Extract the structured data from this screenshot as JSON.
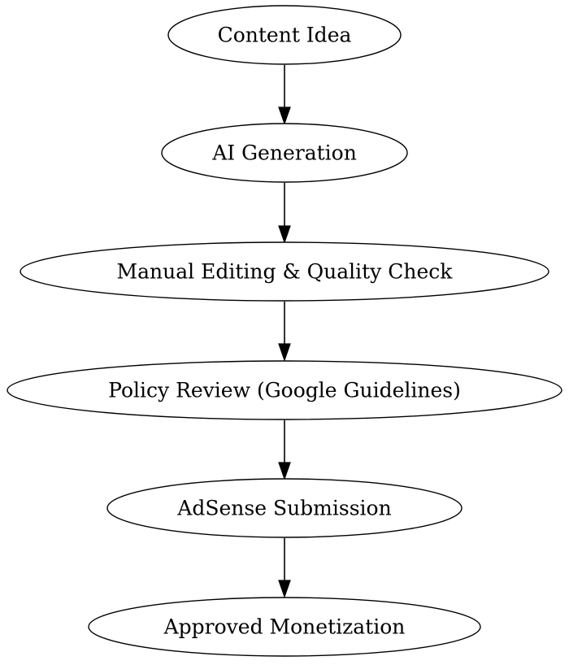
{
  "diagram": {
    "nodes": [
      {
        "id": "content-idea",
        "label": "Content Idea"
      },
      {
        "id": "ai-generation",
        "label": "AI Generation"
      },
      {
        "id": "manual-editing",
        "label": "Manual Editing & Quality Check"
      },
      {
        "id": "policy-review",
        "label": "Policy Review (Google Guidelines)"
      },
      {
        "id": "adsense-submission",
        "label": "AdSense Submission"
      },
      {
        "id": "approved-monetization",
        "label": "Approved Monetization"
      }
    ],
    "edges": [
      {
        "from": "content-idea",
        "to": "ai-generation"
      },
      {
        "from": "ai-generation",
        "to": "manual-editing"
      },
      {
        "from": "manual-editing",
        "to": "policy-review"
      },
      {
        "from": "policy-review",
        "to": "adsense-submission"
      },
      {
        "from": "adsense-submission",
        "to": "approved-monetization"
      }
    ],
    "colors": {
      "stroke": "#000000",
      "fill": "#ffffff",
      "text": "#000000"
    }
  }
}
